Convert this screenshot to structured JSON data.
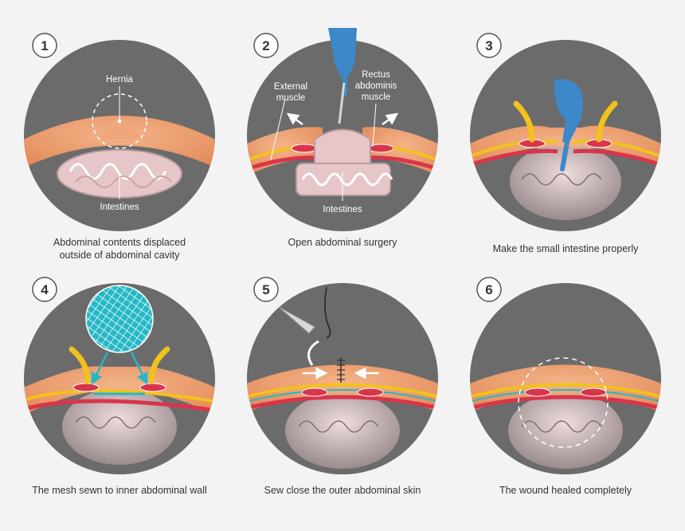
{
  "steps": [
    {
      "number": "1",
      "caption_line1": "Abdominal contents displaced",
      "caption_line2": "outside of abdominal cavity",
      "labels": {
        "hernia": "Hernia",
        "intestines": "Intestines"
      }
    },
    {
      "number": "2",
      "caption_line1": "Open abdominal surgery",
      "caption_line2": "",
      "labels": {
        "external_l1": "External",
        "external_l2": "muscle",
        "rectus_l1": "Rectus",
        "rectus_l2": "abdominis",
        "rectus_l3": "muscle",
        "intestines": "Intestines"
      }
    },
    {
      "number": "3",
      "caption_line1": "Make the small intestine properly",
      "caption_line2": ""
    },
    {
      "number": "4",
      "caption_line1": "The mesh sewn to inner abdominal wall",
      "caption_line2": ""
    },
    {
      "number": "5",
      "caption_line1": "Sew close the outer abdominal skin",
      "caption_line2": ""
    },
    {
      "number": "6",
      "caption_line1": "The wound healed completely",
      "caption_line2": ""
    }
  ],
  "colors": {
    "background": "#f3f3f3",
    "circle": "#6b6b6b",
    "skin": "#e8976a",
    "fat": "#f2c21c",
    "muscle": "#d9354a",
    "intestine": "#e6c6c9",
    "glove": "#3e87c9",
    "mesh": "#25b7c7"
  },
  "icons": [
    "glove-hand-icon",
    "scalpel-icon",
    "needle-icon",
    "mesh-icon",
    "arrow-icon"
  ]
}
